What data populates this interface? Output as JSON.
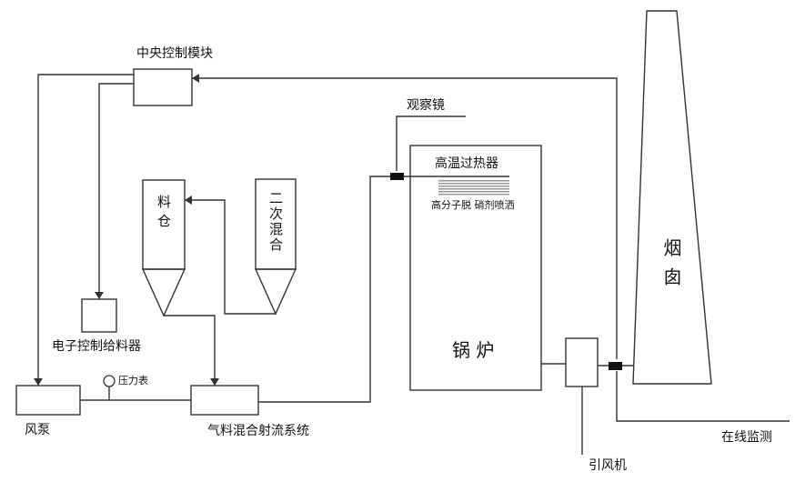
{
  "labels": {
    "central_control": "中央控制模块",
    "observation_mirror": "观察镜",
    "high_temp_superheater": "高温过热器",
    "polymer_spray": "高分子脱 硝剂喷洒",
    "material_silo": "料仓",
    "secondary_mix": "二次混合",
    "chimney": "烟囱",
    "electronic_feeder": "电子控制给料器",
    "pressure_gauge": "压力表",
    "fan_pump": "风泵",
    "gas_material_jet": "气料混合射流系统",
    "boiler": "锅 炉",
    "induced_fan": "引风机",
    "online_monitor": "在线监测"
  }
}
